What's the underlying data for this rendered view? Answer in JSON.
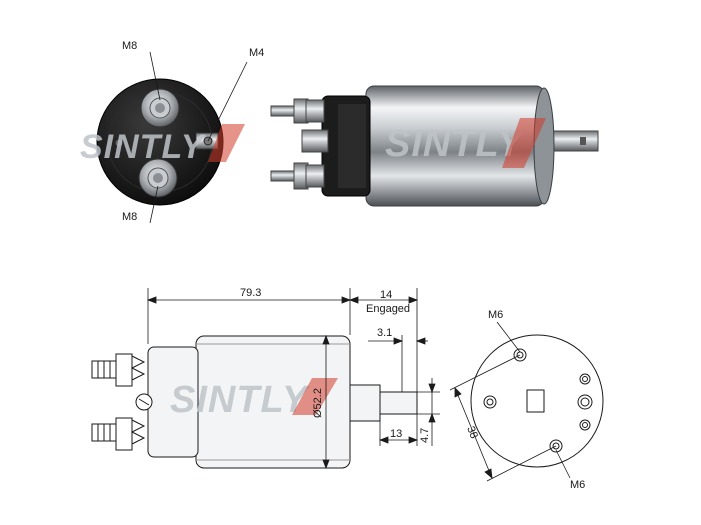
{
  "photo_end_view": {
    "label_top_terminal": "M8",
    "label_bottom_terminal": "M8",
    "label_small_terminal": "M4"
  },
  "watermarks": {
    "brand": "SINTLY"
  },
  "drawing": {
    "dim_overall_length": "79.3",
    "dim_engaged_value": "14",
    "dim_engaged_caption": "Engaged",
    "dim_plunger_offset": "3.1",
    "dim_body_diameter": "Ø52.2",
    "dim_shaft_length": "13",
    "dim_shaft_width": "4.7",
    "end_view_label_top_hole": "M6",
    "end_view_label_bottom_hole": "M6",
    "end_view_bolt_circle": "38"
  },
  "colors": {
    "line": "#1a1a1a",
    "metal_light": "#eef0f2",
    "metal_dark": "#6e7378",
    "black_cap": "#141414",
    "watermark_grey": "#bfc4c9",
    "watermark_red": "#d23a2a"
  }
}
